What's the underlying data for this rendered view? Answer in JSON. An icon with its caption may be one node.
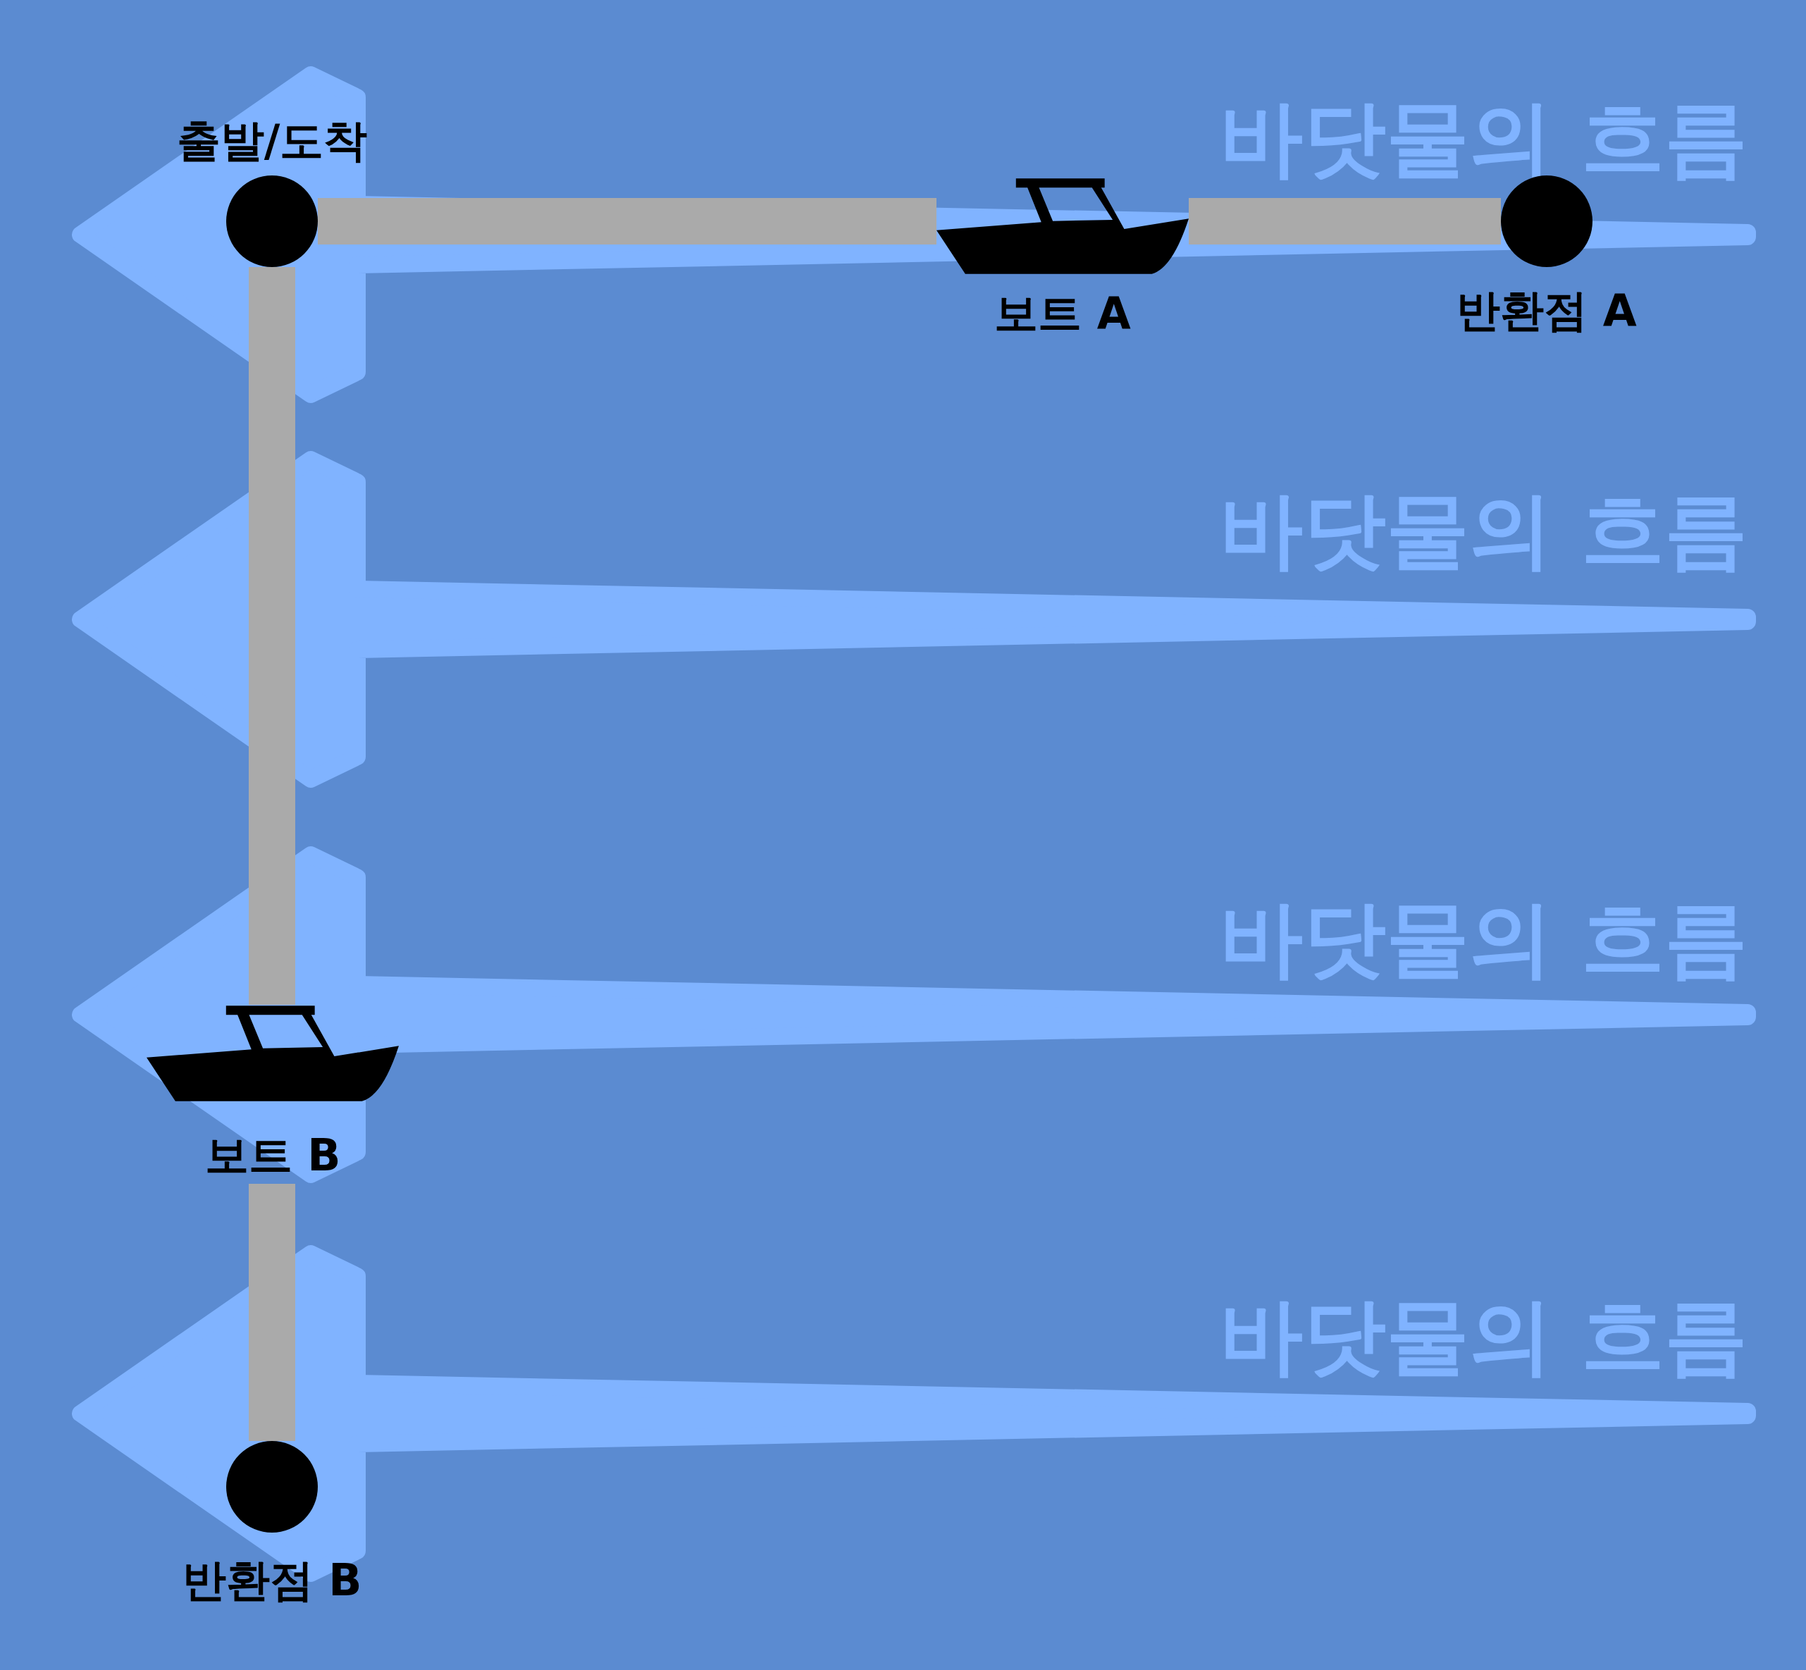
{
  "diagram": {
    "nodes": [
      {
        "text": [
          "출발/도착"
        ]
      },
      {
        "text": [
          "반환점 A"
        ]
      },
      {
        "text": [
          "반환점 B"
        ]
      },
      {
        "text": [
          "보트 A"
        ]
      },
      {
        "text": [
          "보트 B"
        ]
      }
    ],
    "edges": [
      {
        "from": 0,
        "to": 3,
        "arrow": "none"
      },
      {
        "from": 3,
        "to": 1,
        "arrow": "none"
      },
      {
        "from": 0,
        "to": 4,
        "arrow": "none"
      },
      {
        "from": 4,
        "to": 2,
        "arrow": "none"
      }
    ],
    "labels": [
      "바닷물의 흐름",
      "바닷물의 흐름",
      "바닷물의 흐름",
      "바닷물의 흐름"
    ]
  }
}
